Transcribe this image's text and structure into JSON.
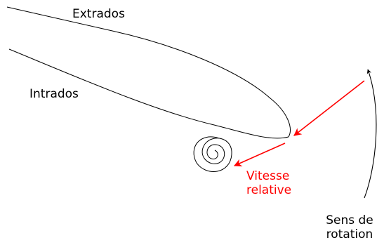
{
  "labels": {
    "upper_surface": "Extrados",
    "lower_surface": "Intrados",
    "relative_velocity_line1": "Vitesse",
    "relative_velocity_line2": "relative",
    "rotation_line1": "Sens de",
    "rotation_line2": "rotation"
  },
  "colors": {
    "outline": "#000000",
    "velocity": "#ff0000",
    "background": "#ffffff"
  }
}
